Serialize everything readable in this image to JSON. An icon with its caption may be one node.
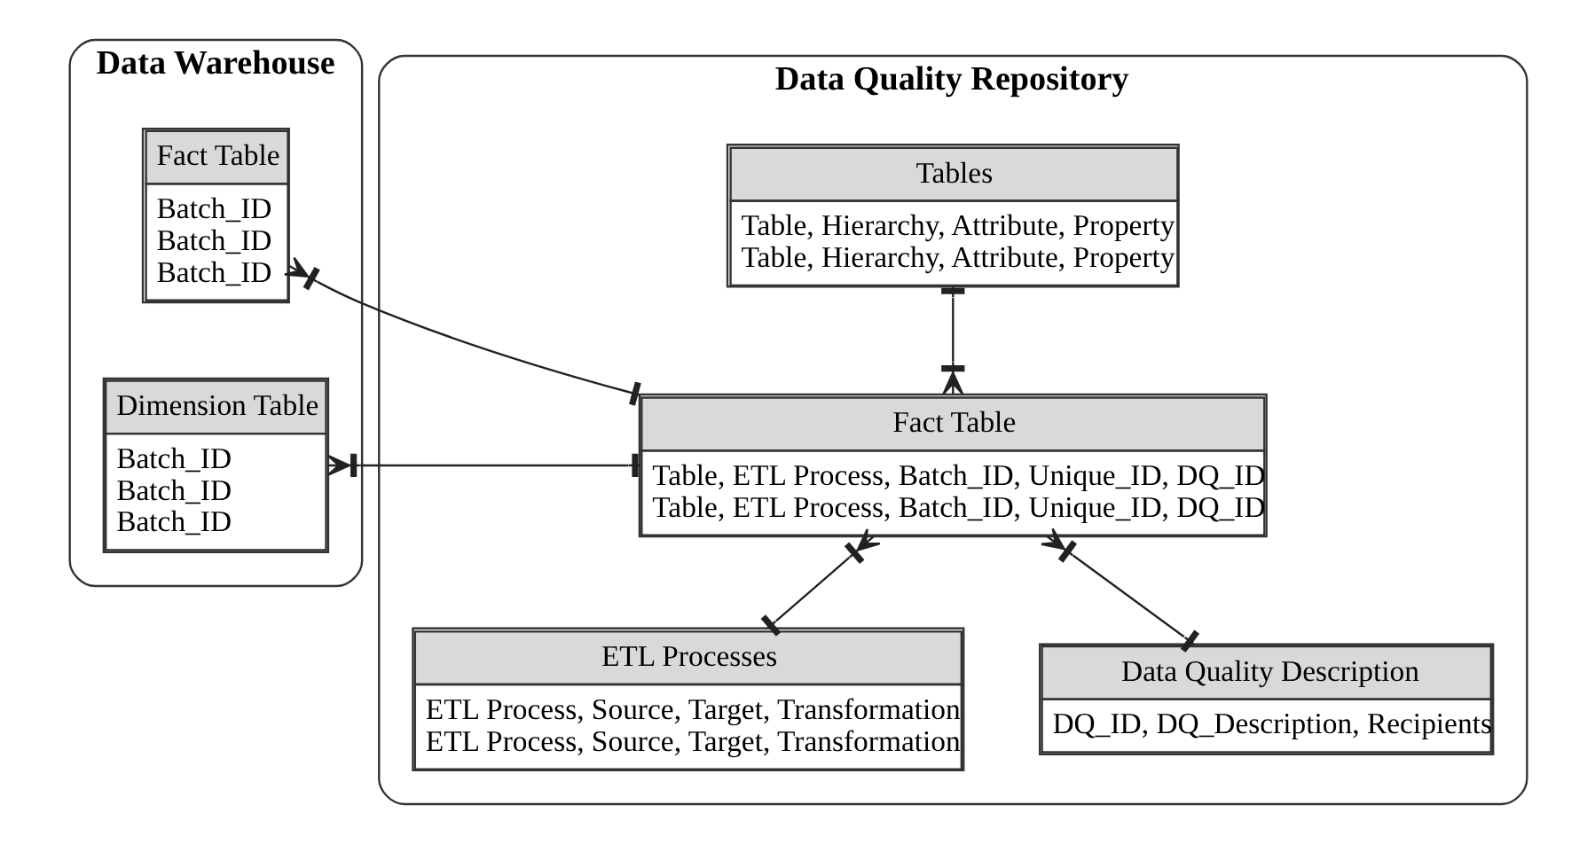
{
  "diagram": {
    "nodes": [
      {
        "text": [
          "Data Warehouse"
        ]
      },
      {
        "text": [
          "Fact Table",
          "Batch_ID",
          "Batch_ID",
          "Batch_ID"
        ],
        "in": 0
      },
      {
        "text": [
          "Dimension Table",
          "Batch_ID",
          "Batch_ID",
          "Batch_ID"
        ],
        "in": 0
      },
      {
        "text": [
          "Data Quality Repository"
        ]
      },
      {
        "text": [
          "Tables",
          "Table, Hierarchy, Attribute, Property",
          "Table, Hierarchy, Attribute, Property"
        ],
        "in": 3
      },
      {
        "text": [
          "Fact Table",
          "Table, ETL Process, Batch_ID, Unique_ID, DQ_ID",
          "Table, ETL Process, Batch_ID, Unique_ID, DQ_ID"
        ],
        "in": 3
      },
      {
        "text": [
          "ETL Processes",
          "ETL Process, Source, Target, Transformation",
          "ETL Process, Source, Target, Transformation"
        ],
        "in": 3
      },
      {
        "text": [
          "Data Quality Description",
          "DQ_ID, DQ_Description, Recipients"
        ],
        "in": 3
      }
    ],
    "edges": [
      {
        "from": 1,
        "to": 5,
        "arrow": "other"
      },
      {
        "from": 2,
        "to": 5,
        "arrow": "other"
      },
      {
        "from": 4,
        "to": 5,
        "arrow": "other"
      },
      {
        "from": 5,
        "to": 6,
        "arrow": "other"
      },
      {
        "from": 5,
        "to": 7,
        "arrow": "other"
      }
    ]
  }
}
